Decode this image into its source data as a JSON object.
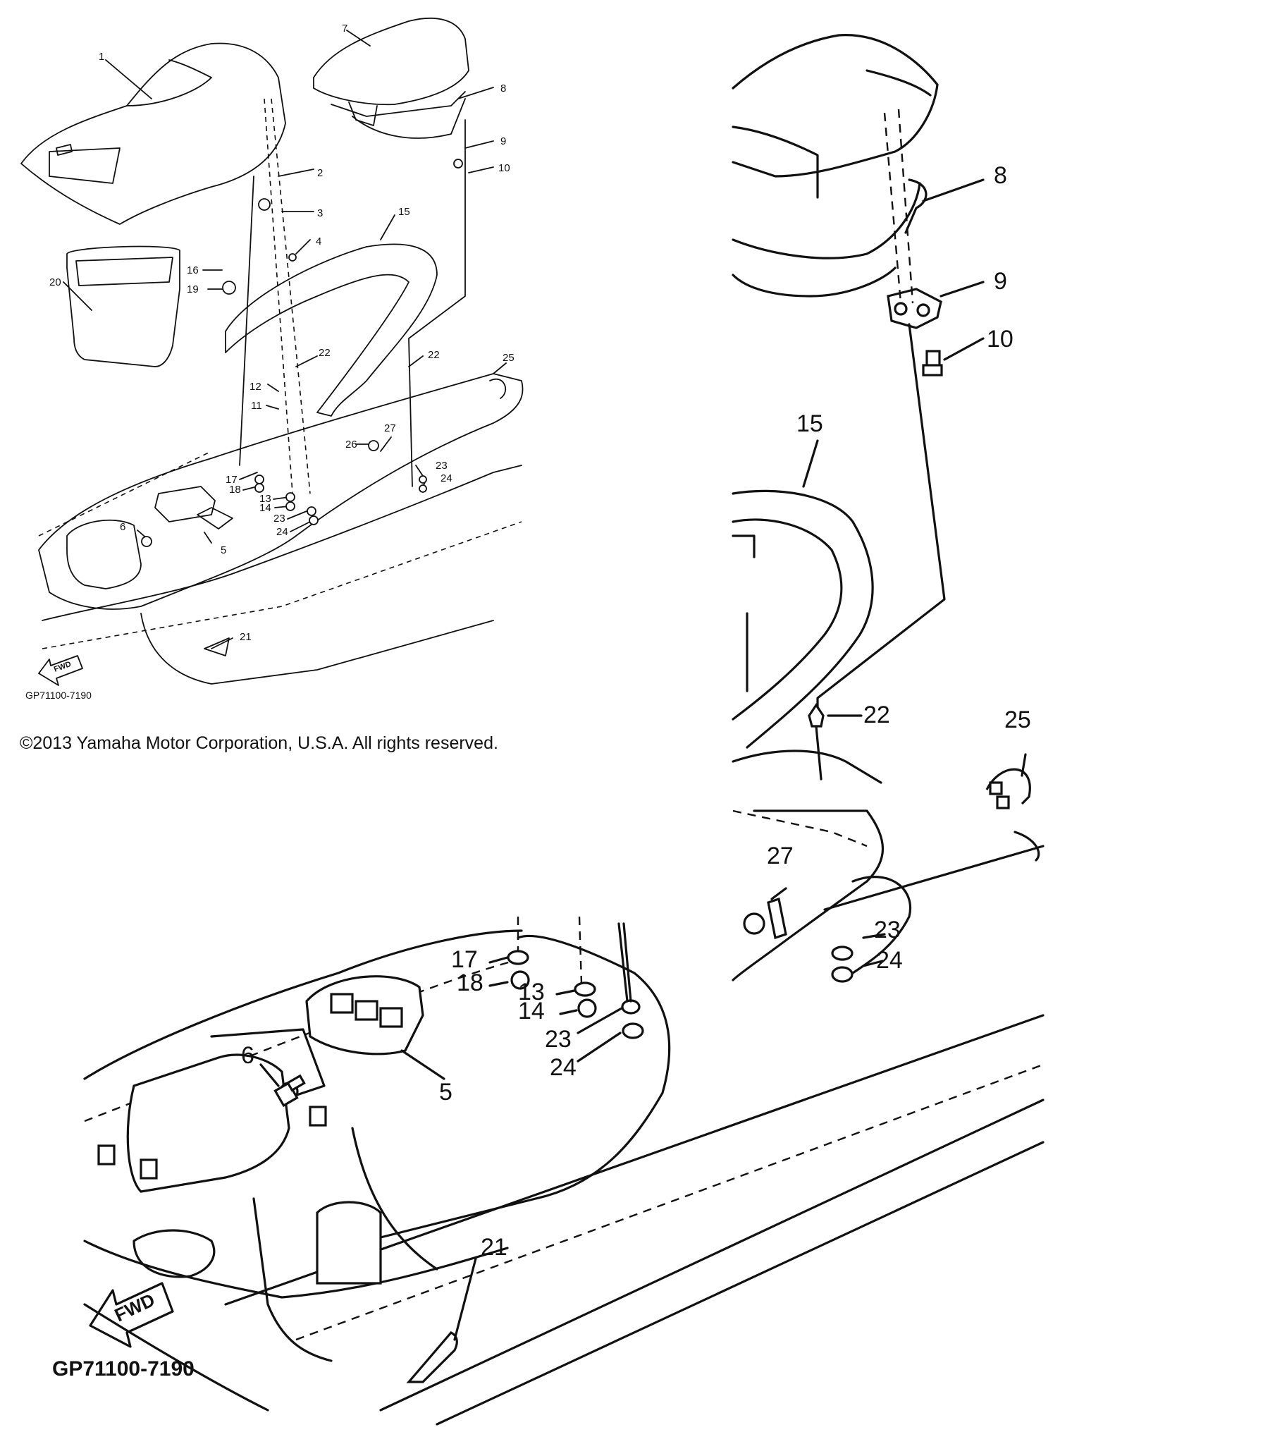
{
  "copyright": "©2013 Yamaha Motor Corporation, U.S.A. All rights reserved.",
  "diagram_code": "GP71100-7190",
  "fwd_label": "FWD",
  "overview_callouts": [
    "1",
    "2",
    "3",
    "4",
    "5",
    "6",
    "7",
    "8",
    "9",
    "10",
    "11",
    "12",
    "13",
    "14",
    "15",
    "16",
    "17",
    "18",
    "19",
    "20",
    "21",
    "22",
    "22",
    "23",
    "24",
    "23",
    "24",
    "25",
    "26",
    "27"
  ],
  "detail_callouts": [
    "8",
    "9",
    "10",
    "15",
    "22",
    "25",
    "27",
    "23",
    "24",
    "17",
    "18",
    "13",
    "14",
    "23",
    "24",
    "6",
    "5",
    "21"
  ]
}
